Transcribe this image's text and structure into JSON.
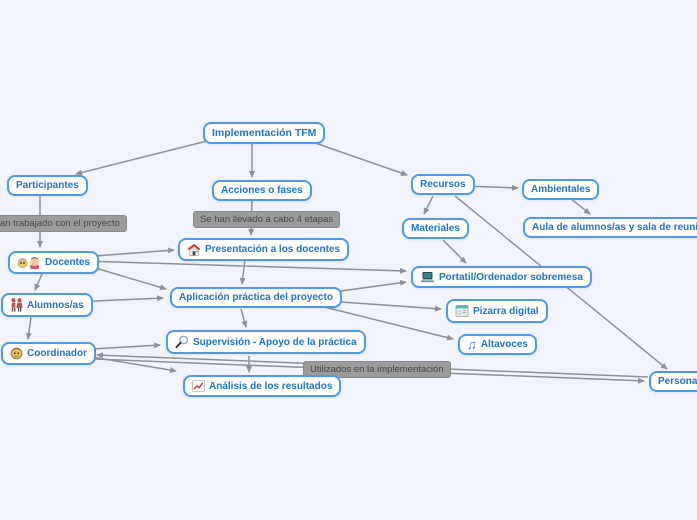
{
  "canvas": {
    "background": "#f1f4fc"
  },
  "colors": {
    "node_border": "#4d9be6",
    "node_text": "#1b74cf",
    "node_background": "#ffffff",
    "edge": "#8d9298",
    "note_background": "#9b9b9b",
    "note_text": "#474747"
  },
  "map": {
    "nodes": [
      {
        "id": "implementacion-tfm",
        "label": "Implementación TFM"
      },
      {
        "id": "participantes",
        "label": "Participantes"
      },
      {
        "id": "docentes",
        "label": "Docentes",
        "icon": "teachers-icon"
      },
      {
        "id": "alumnos",
        "label": "Alumnos/as",
        "icon": "students-icon"
      },
      {
        "id": "coordinador",
        "label": "Coordinador",
        "icon": "coordinator-icon"
      },
      {
        "id": "acciones-o-fases",
        "label": "Acciones o fases"
      },
      {
        "id": "presentacion-docentes",
        "label": "Presentación a los docentes",
        "icon": "house-icon"
      },
      {
        "id": "aplicacion-practica",
        "label": "Aplicación práctica del proyecto"
      },
      {
        "id": "supervision",
        "label": "Supervisión - Apoyo de la práctica",
        "icon": "magnifier-icon"
      },
      {
        "id": "analisis-resultados",
        "label": "Análisis de los resultados",
        "icon": "chart-icon"
      },
      {
        "id": "recursos",
        "label": "Recursos"
      },
      {
        "id": "materiales",
        "label": "Materiales"
      },
      {
        "id": "ambientales",
        "label": "Ambientales"
      },
      {
        "id": "aula",
        "label": "Aula de alumnos/as y sala de reuniones"
      },
      {
        "id": "portatil",
        "label": "Portatil/Ordenador sobremesa",
        "icon": "laptop-icon"
      },
      {
        "id": "pizarra",
        "label": "Pizarra digital",
        "icon": "whiteboard-icon"
      },
      {
        "id": "altavoces",
        "label": "Altavoces",
        "icon": "music-note-icon"
      },
      {
        "id": "personales",
        "label": "Personales"
      }
    ],
    "notes": [
      {
        "id": "note-participantes",
        "text": "Han trabajado con el proyecto"
      },
      {
        "id": "note-fases",
        "text": "Se han llevado a cabo 4 etapas"
      },
      {
        "id": "note-recursos",
        "text": "Utilizados en la implementación"
      }
    ],
    "edges": [
      {
        "from": "implementacion-tfm",
        "to": "participantes"
      },
      {
        "from": "implementacion-tfm",
        "to": "acciones-o-fases"
      },
      {
        "from": "implementacion-tfm",
        "to": "recursos"
      },
      {
        "from": "participantes",
        "to": "docentes"
      },
      {
        "from": "docentes",
        "to": "alumnos"
      },
      {
        "from": "alumnos",
        "to": "coordinador"
      },
      {
        "from": "acciones-o-fases",
        "to": "presentacion-docentes"
      },
      {
        "from": "presentacion-docentes",
        "to": "aplicacion-practica"
      },
      {
        "from": "aplicacion-practica",
        "to": "supervision"
      },
      {
        "from": "supervision",
        "to": "analisis-resultados"
      },
      {
        "from": "recursos",
        "to": "ambientales"
      },
      {
        "from": "recursos",
        "to": "materiales"
      },
      {
        "from": "ambientales",
        "to": "aula"
      },
      {
        "from": "materiales",
        "to": "portatil"
      },
      {
        "from": "recursos",
        "to": "personales"
      },
      {
        "from": "docentes",
        "to": "presentacion-docentes"
      },
      {
        "from": "docentes",
        "to": "aplicacion-practica"
      },
      {
        "from": "docentes",
        "to": "portatil"
      },
      {
        "from": "alumnos",
        "to": "aplicacion-practica"
      },
      {
        "from": "aplicacion-practica",
        "to": "portatil"
      },
      {
        "from": "aplicacion-practica",
        "to": "pizarra"
      },
      {
        "from": "aplicacion-practica",
        "to": "altavoces"
      },
      {
        "from": "personales",
        "to": "coordinador"
      },
      {
        "from": "coordinador",
        "to": "personales"
      },
      {
        "from": "coordinador",
        "to": "supervision"
      },
      {
        "from": "coordinador",
        "to": "analisis-resultados"
      }
    ]
  }
}
